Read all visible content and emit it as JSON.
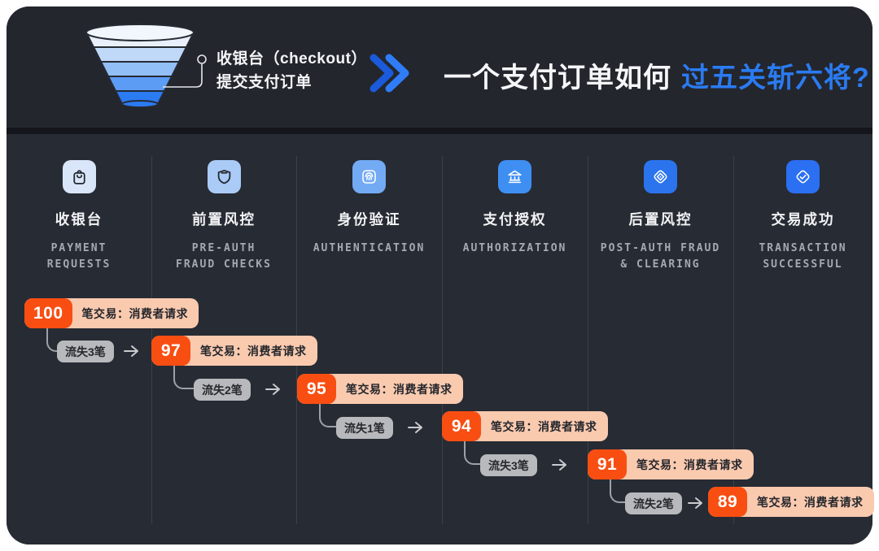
{
  "header": {
    "funnel_callout": {
      "line1": "收银台（checkout）",
      "line2": "提交支付订单"
    },
    "title": {
      "white_part": "一个支付订单如何",
      "blue_part": "过五关斩六将?"
    }
  },
  "stages": [
    {
      "zh": "收银台",
      "en": "PAYMENT\nREQUESTS",
      "icon": "shopping-bag-icon",
      "icon_bg": "#D9E6F9"
    },
    {
      "zh": "前置风控",
      "en": "PRE-AUTH\nFRAUD CHECKS",
      "icon": "shield-icon",
      "icon_bg": "#A9CBF6"
    },
    {
      "zh": "身份验证",
      "en": "AUTHENTICATION",
      "icon": "fingerprint-icon",
      "icon_bg": "#73AAF4"
    },
    {
      "zh": "支付授权",
      "en": "AUTHORIZATION",
      "icon": "bank-icon",
      "icon_bg": "#3F8FF3"
    },
    {
      "zh": "后置风控",
      "en": "POST-AUTH FRAUD\n& CLEARING",
      "icon": "diamond-scan-icon",
      "icon_bg": "#2B74EE"
    },
    {
      "zh": "交易成功",
      "en": "TRANSACTION\nSUCCESSFUL",
      "icon": "diamond-check-icon",
      "icon_bg": "#2B6FF2"
    }
  ],
  "flow": {
    "transaction_label": "笔交易：消费者请求",
    "counts": [
      "100",
      "97",
      "95",
      "94",
      "91",
      "89"
    ],
    "losses": [
      "流失3笔",
      "流失2笔",
      "流失1笔",
      "流失3笔",
      "流失2笔"
    ]
  },
  "colors": {
    "accent_blue": "#2B7BF2",
    "badge_orange": "#F94E12",
    "badge_peach": "#FACAAF",
    "loss_pill_gray": "#B7B9BC",
    "card_bg": "#272B33",
    "header_bg": "#23262D"
  },
  "chart_data": {
    "type": "funnel",
    "title": "一个支付订单如何 过五关斩六将?",
    "stages_zh": [
      "收银台",
      "前置风控",
      "身份验证",
      "支付授权",
      "后置风控",
      "交易成功"
    ],
    "stages_en": [
      "PAYMENT REQUESTS",
      "PRE-AUTH FRAUD CHECKS",
      "AUTHENTICATION",
      "AUTHORIZATION",
      "POST-AUTH FRAUD & CLEARING",
      "TRANSACTION SUCCESSFUL"
    ],
    "values": [
      100,
      97,
      95,
      94,
      91,
      89
    ],
    "losses_between_stages": [
      3,
      2,
      1,
      3,
      2
    ],
    "unit": "笔交易：消费者请求"
  }
}
